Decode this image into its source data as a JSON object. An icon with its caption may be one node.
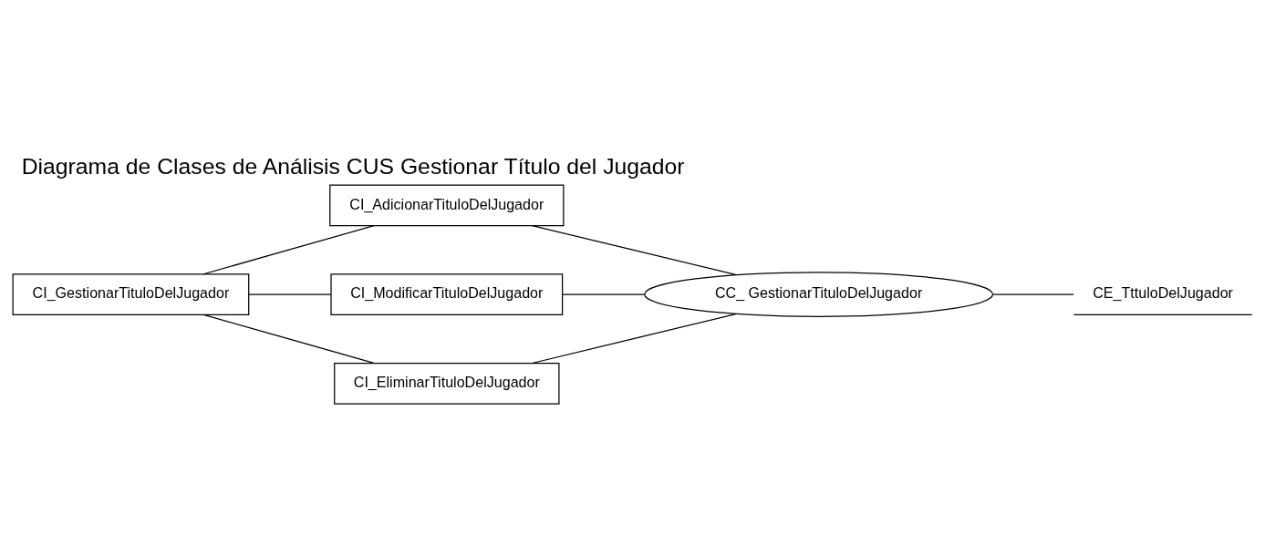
{
  "diagram": {
    "title": "Diagrama de Clases de Análisis CUS Gestionar Título del Jugador",
    "nodes": [
      {
        "text": [
          "CI_GestionarTituloDelJugador"
        ]
      },
      {
        "text": [
          "CI_AdicionarTituloDelJugador"
        ]
      },
      {
        "text": [
          "CI_ModificarTituloDelJugador"
        ]
      },
      {
        "text": [
          "CI_EliminarTituloDelJugador"
        ]
      },
      {
        "text": [
          "CC_ GestionarTituloDelJugador"
        ]
      },
      {
        "text": [
          "CE_TttuloDelJugador"
        ]
      }
    ],
    "edges": [
      {
        "from": 0,
        "to": 1,
        "arrow": "none"
      },
      {
        "from": 0,
        "to": 2,
        "arrow": "none"
      },
      {
        "from": 0,
        "to": 3,
        "arrow": "none"
      },
      {
        "from": 1,
        "to": 4,
        "arrow": "none"
      },
      {
        "from": 2,
        "to": 4,
        "arrow": "none"
      },
      {
        "from": 3,
        "to": 4,
        "arrow": "none"
      },
      {
        "from": 4,
        "to": 5,
        "arrow": "none"
      }
    ]
  }
}
